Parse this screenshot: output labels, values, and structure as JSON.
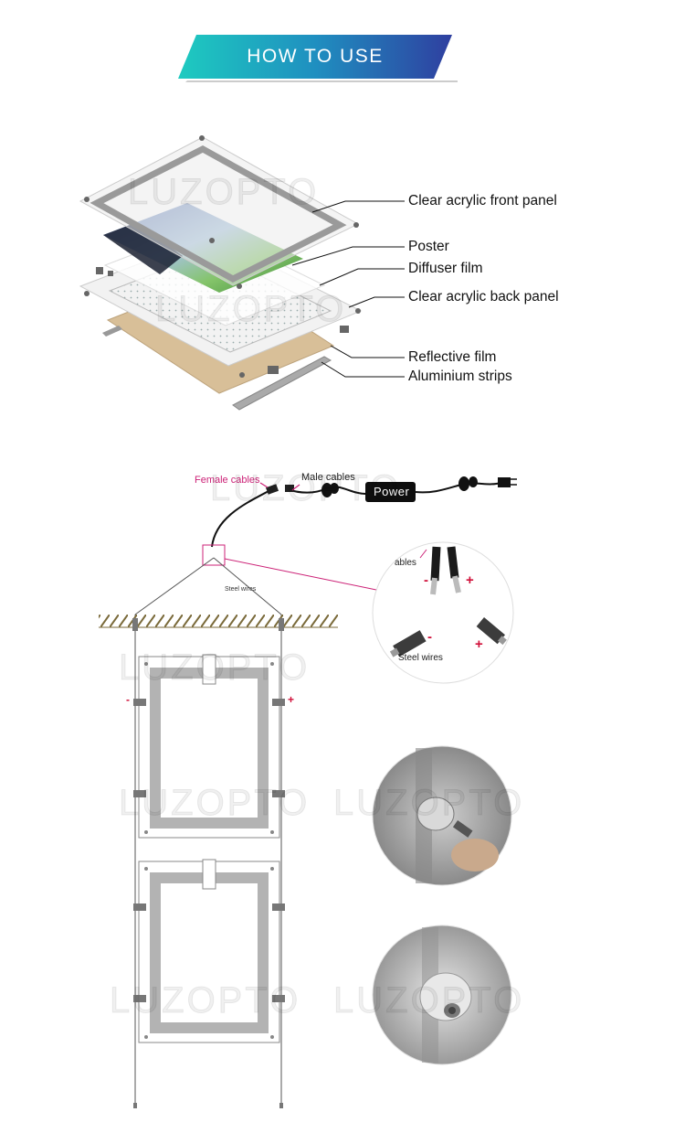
{
  "header": {
    "title": "HOW TO USE"
  },
  "layers": [
    {
      "label": "Clear acrylic front panel"
    },
    {
      "label": "Poster"
    },
    {
      "label": "Diffuser film"
    },
    {
      "label": "Clear acrylic back panel"
    },
    {
      "label": "Reflective film"
    },
    {
      "label": "Aluminium strips"
    }
  ],
  "wiring": {
    "female_cables": "Female  cables",
    "male_cables": "Male cables",
    "power": "Power",
    "steel_wires": "Steel wires",
    "zoom_cables": "ables",
    "zoom_steel_wires": "Steel wires",
    "minus": "-",
    "plus": "+"
  },
  "watermark": "LUZOPTO",
  "colors": {
    "banner_start": "#1ecbc0",
    "banner_end": "#2f3fa0",
    "accent_pink": "#cc2277",
    "sign_red": "#d0103a"
  }
}
